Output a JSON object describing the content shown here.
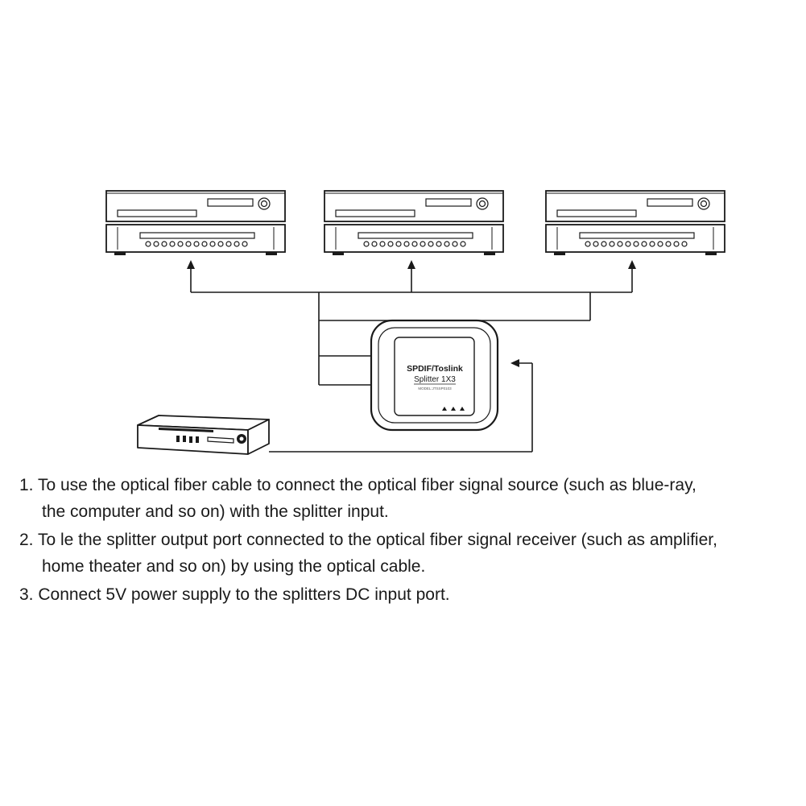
{
  "splitter": {
    "title": "SPDIF/Toslink",
    "subtitle": "Splitter 1X3",
    "model": "MODEL:JTSSP0103"
  },
  "icons": {
    "receivers": [
      "dvd-receiver-icon",
      "dvd-receiver-icon",
      "dvd-receiver-icon"
    ],
    "source": "signal-source-player-icon",
    "splitter": "optical-splitter-box-icon",
    "arrows": "arrow-up-icon"
  },
  "instructions": [
    {
      "line1": "1. To use the optical fiber cable to connect the optical fiber signal source (such as blue-ray,",
      "line2": "the computer and so on) with the splitter input."
    },
    {
      "line1": "2. To le the splitter output port connected to the optical fiber signal receiver (such as amplifier,",
      "line2": "home theater and so on) by using the optical cable."
    },
    {
      "line1": "3. Connect 5V power supply to the splitters DC input port.",
      "line2": ""
    }
  ]
}
